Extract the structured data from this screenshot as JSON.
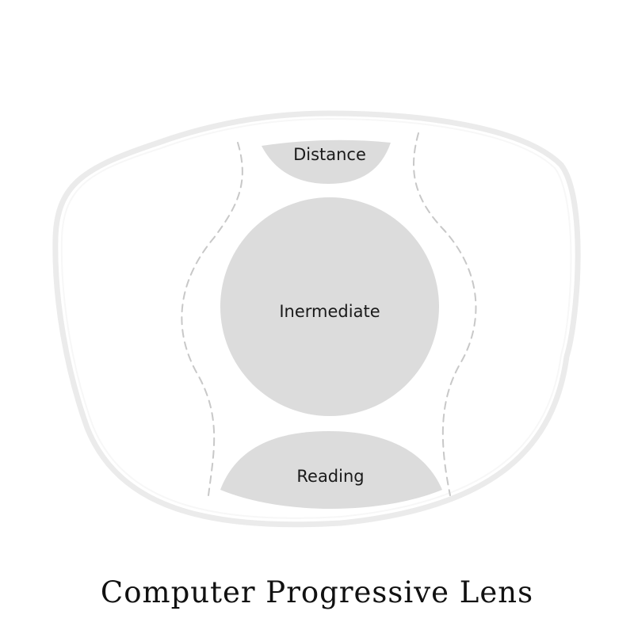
{
  "zones": {
    "distance": "Distance",
    "intermediate": "Inermediate",
    "reading": "Reading"
  },
  "caption": "Computer Progressive Lens",
  "colors": {
    "lens_rim": "#e6e6e6",
    "lens_rim_highlight": "#f6f6f6",
    "zone_fill": "#dcdcdc",
    "corridor_dash": "#c6c6c6",
    "text": "#1a1a1a"
  }
}
